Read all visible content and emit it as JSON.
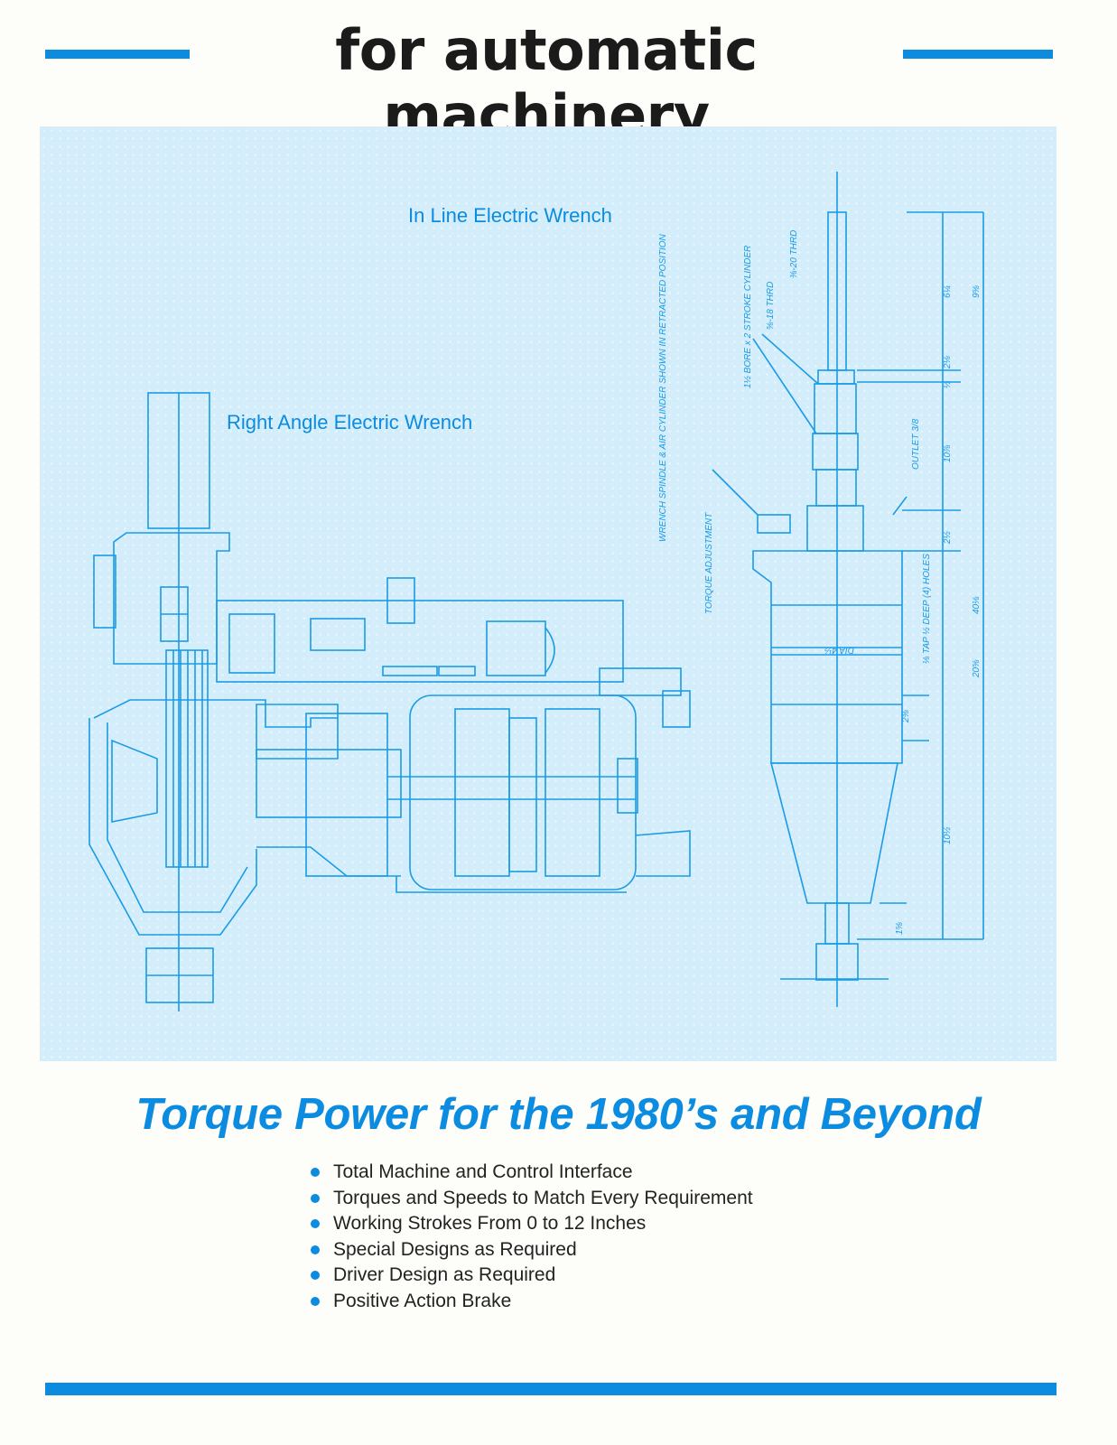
{
  "header": {
    "title": "for automatic machinery"
  },
  "drawing": {
    "label_inline": "In Line Electric Wrench",
    "label_right_angle": "Right Angle Electric Wrench",
    "annotations": {
      "spindle_note": "WRENCH SPINDLE & AIR CYLINDER SHOWN IN RETRACTED POSITION",
      "torque_adjustment": "TORQUE ADJUSTMENT",
      "cylinder": "1½ BORE x 2 STROKE CYLINDER",
      "thread_a": "⅝-18 THRD",
      "thread_b": "⅜-20 THRD",
      "outlet": "OUTLET 3/8",
      "holes": "⅛ TAP ½ DEEP (4) HOLES",
      "dia": "DIA 4½",
      "dims": [
        "6¼",
        "9⅝",
        "2⅛",
        "½",
        "10⅞",
        "2½",
        "40⅛",
        "20⅝",
        "2⅜",
        "10½",
        "1⅝"
      ]
    }
  },
  "tagline": "Torque Power for the 1980’s and Beyond",
  "features": [
    "Total Machine and Control Interface",
    "Torques and Speeds to Match Every Requirement",
    "Working Strokes From 0 to 12 Inches",
    "Special Designs as Required",
    "Driver Design as Required",
    "Positive Action Brake"
  ],
  "colors": {
    "accent": "#0b8ce0",
    "blueprint_bg": "#d4edfb",
    "line": "#1a9be6",
    "text": "#1b1b1b"
  }
}
